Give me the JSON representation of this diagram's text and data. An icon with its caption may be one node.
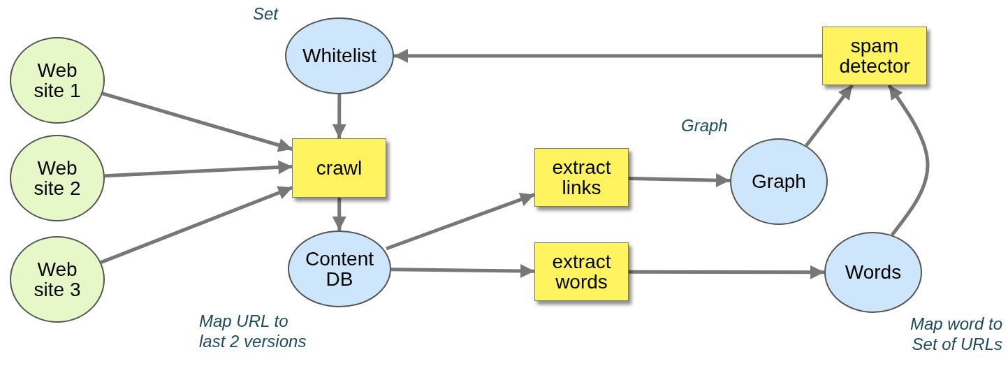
{
  "diagram": {
    "nodes": [
      {
        "text": [
          "Web site 1"
        ]
      },
      {
        "text": [
          "Web site 2"
        ]
      },
      {
        "text": [
          "Web site 3"
        ]
      },
      {
        "text": [
          "Whitelist"
        ],
        "beside": [
          "Set"
        ]
      },
      {
        "text": [
          "spam detector"
        ]
      },
      {
        "text": [
          "crawl"
        ]
      },
      {
        "text": [
          "Content DB"
        ],
        "beside": [
          "Map URL to last 2 versions"
        ]
      },
      {
        "text": [
          "extract links"
        ]
      },
      {
        "text": [
          "Graph"
        ],
        "beside": [
          "Graph"
        ]
      },
      {
        "text": [
          "extract words"
        ]
      },
      {
        "text": [
          "Words"
        ],
        "beside": [
          "Map word to Set of URLs"
        ]
      }
    ],
    "edges": [
      {
        "from": 4,
        "to": 3,
        "arrow": "to"
      },
      {
        "from": 3,
        "to": 5,
        "arrow": "to"
      },
      {
        "from": 0,
        "to": 5,
        "arrow": "to"
      },
      {
        "from": 1,
        "to": 5,
        "arrow": "to"
      },
      {
        "from": 2,
        "to": 5,
        "arrow": "to"
      },
      {
        "from": 5,
        "to": 6,
        "arrow": "to"
      },
      {
        "from": 6,
        "to": 7,
        "arrow": "to"
      },
      {
        "from": 6,
        "to": 9,
        "arrow": "to"
      },
      {
        "from": 7,
        "to": 8,
        "arrow": "to"
      },
      {
        "from": 9,
        "to": 10,
        "arrow": "to"
      },
      {
        "from": 8,
        "to": 4,
        "arrow": "to"
      },
      {
        "from": 10,
        "to": 4,
        "arrow": "to"
      }
    ]
  }
}
